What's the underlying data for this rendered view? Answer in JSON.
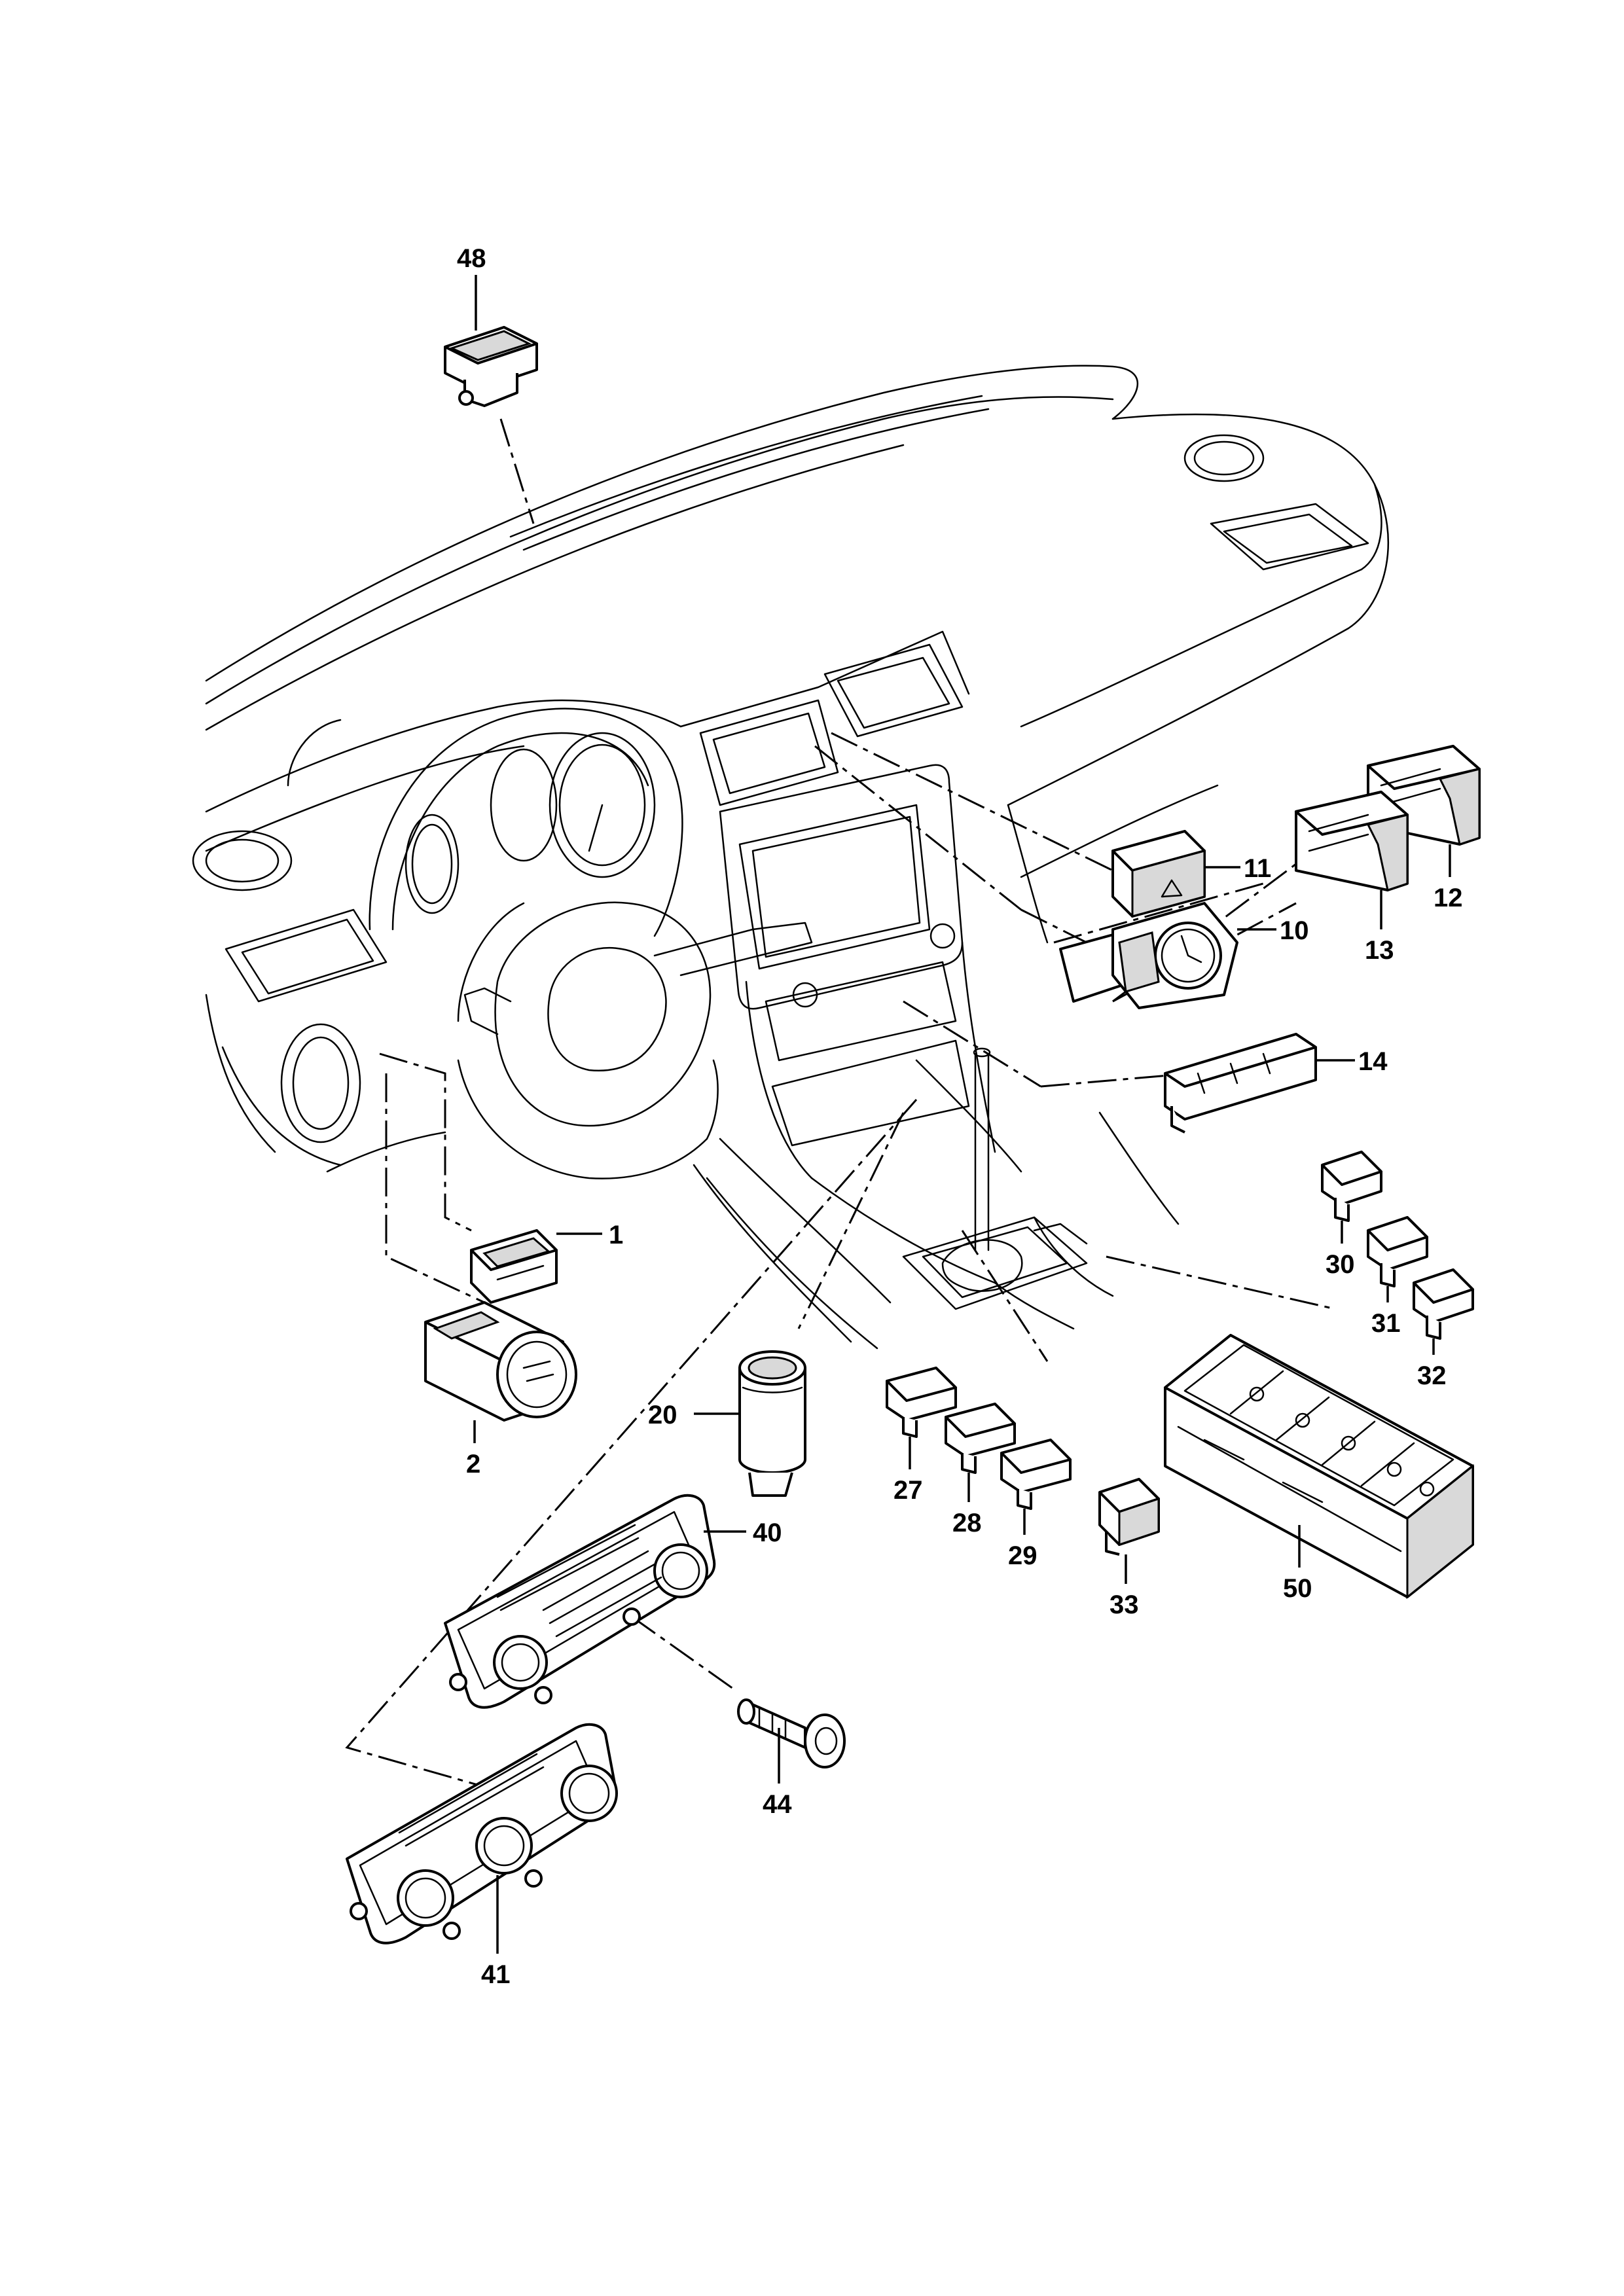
{
  "diagram": {
    "callouts": [
      {
        "id": "48",
        "text": "48"
      },
      {
        "id": "11",
        "text": "11"
      },
      {
        "id": "12",
        "text": "12"
      },
      {
        "id": "13",
        "text": "13"
      },
      {
        "id": "10",
        "text": "10"
      },
      {
        "id": "14",
        "text": "14"
      },
      {
        "id": "1",
        "text": "1"
      },
      {
        "id": "30",
        "text": "30"
      },
      {
        "id": "31",
        "text": "31"
      },
      {
        "id": "32",
        "text": "32"
      },
      {
        "id": "2",
        "text": "2"
      },
      {
        "id": "20",
        "text": "20"
      },
      {
        "id": "27",
        "text": "27"
      },
      {
        "id": "28",
        "text": "28"
      },
      {
        "id": "29",
        "text": "29"
      },
      {
        "id": "33",
        "text": "33"
      },
      {
        "id": "40",
        "text": "40"
      },
      {
        "id": "50",
        "text": "50"
      },
      {
        "id": "44",
        "text": "44"
      },
      {
        "id": "41",
        "text": "41"
      }
    ]
  }
}
